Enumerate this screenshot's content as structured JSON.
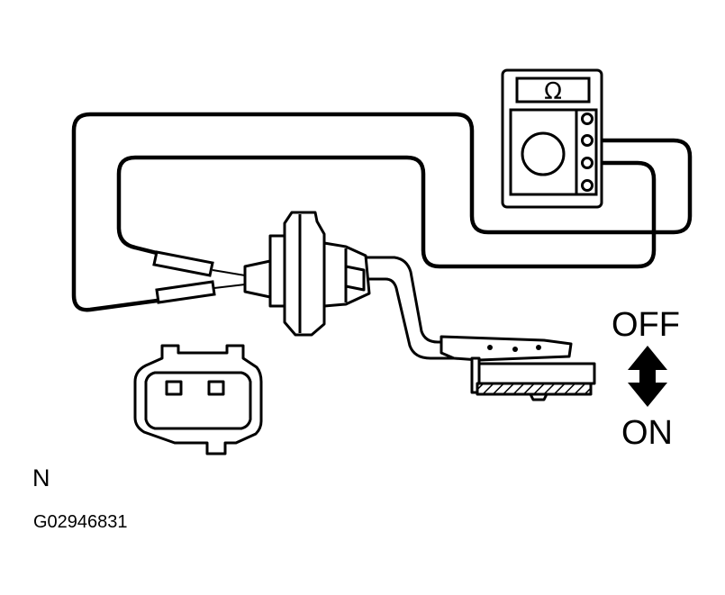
{
  "labels": {
    "meter_unit": "Ω",
    "switch_off": "OFF",
    "switch_on": "ON",
    "view_letter": "N",
    "figure_id": "G02946831"
  },
  "colors": {
    "ink": "#000000",
    "paper": "#ffffff"
  },
  "icons": {
    "switch_direction": "double-arrow-vertical-icon",
    "meter": "ohmmeter-icon",
    "connector_face": "two-pin-connector-icon"
  }
}
